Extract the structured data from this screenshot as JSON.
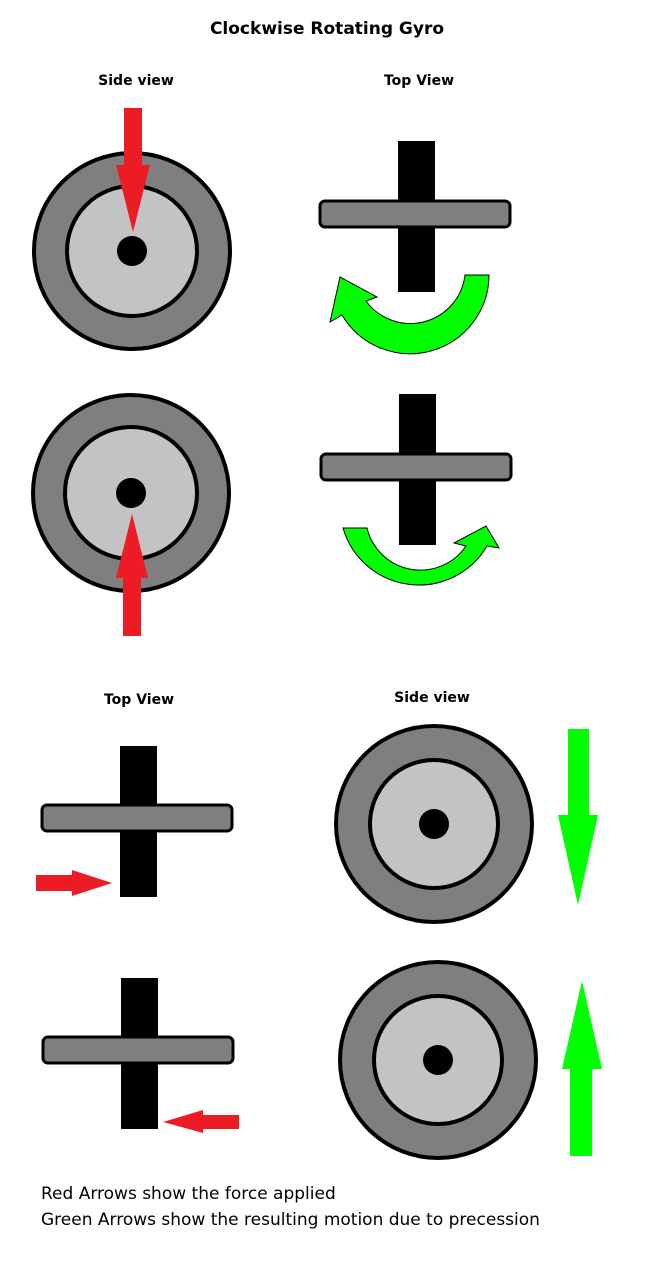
{
  "title": "Clockwise Rotating Gyro",
  "labels": {
    "side_view_top": "Side view",
    "top_view_top": "Top View",
    "top_view_bottom": "Top View",
    "side_view_bottom": "Side view"
  },
  "legend": {
    "red": "Red Arrows show the force applied",
    "green": "Green Arrows show the resulting motion due to precession"
  },
  "colors": {
    "force_arrow": "#ed1c24",
    "motion_arrow": "#00ff00",
    "wheel_outer": "#7f7f7f",
    "wheel_inner": "#c3c3c3",
    "axle": "#000000"
  }
}
